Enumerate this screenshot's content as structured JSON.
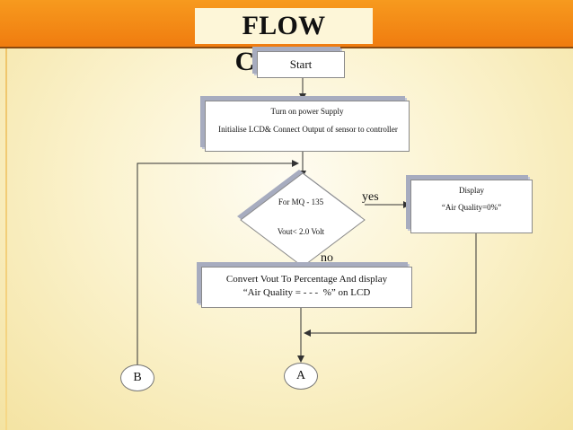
{
  "slide": {
    "title": "FLOW CHART",
    "colors": {
      "header_bar": "#f08a14",
      "background": "#fbf3cf",
      "box_fill": "#ffffff",
      "box_shadow": "#a7acbf"
    }
  },
  "flowchart": {
    "start": "Start",
    "power": {
      "line1": "Turn on power Supply",
      "line2": "Initialise LCD& Connect Output of sensor to controller"
    },
    "decision": {
      "line1": "For MQ - 135",
      "line2": "Vout< 2.0 Volt"
    },
    "yes_label": "yes",
    "no_label": "no",
    "display": {
      "line1": "Display",
      "line2": "“Air Quality=0%”"
    },
    "convert": {
      "line1": "Convert Vout To Percentage And display",
      "line2": "“Air Quality = - - -  %” on LCD"
    },
    "connector_b": "B",
    "connector_a": "A"
  }
}
